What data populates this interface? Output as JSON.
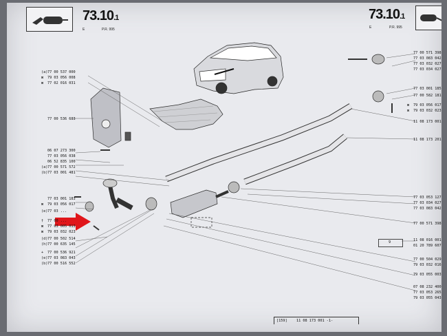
{
  "header": {
    "left": {
      "section": "73.10",
      "sub": "1",
      "prefix": "E",
      "ref": "P.R. 995"
    },
    "right": {
      "section": "73.10",
      "sub": "1",
      "prefix": "E",
      "ref": "P.R. 995"
    }
  },
  "icons": {
    "exhaust": "exhaust-icon",
    "car": "car-illustration",
    "arrow": "red-arrow"
  },
  "colors": {
    "arrow": "#e0161b",
    "page": "#e9eaee",
    "ink": "#222222"
  },
  "left_parts": [
    {
      "mark": "(a)",
      "pn": "77 00 537 000"
    },
    {
      "mark": "⊠",
      "pn": "79 03 056 008"
    },
    {
      "mark": "⊠",
      "pn": "77 02 016 031"
    },
    {
      "mark": "",
      "pn": "77 00 536 683"
    },
    {
      "mark": "",
      "pn": "06 07 273 300"
    },
    {
      "mark": "",
      "pn": "77 03 056 038"
    },
    {
      "mark": "",
      "pn": "06 52 835 100"
    },
    {
      "mark": "(a)",
      "pn": "77 00 571 572"
    },
    {
      "mark": "(b)",
      "pn": "77 03 001 481"
    },
    {
      "mark": "",
      "pn": "77 03 001 183"
    },
    {
      "mark": "⊠",
      "pn": "79 03 056 017"
    },
    {
      "mark": "(e)",
      "pn": "77 03 ..."
    },
    {
      "mark": "†",
      "pn": "77 00 ..."
    },
    {
      "mark": "⊠",
      "pn": "77 03 005 013"
    },
    {
      "mark": "⊠",
      "pn": "79 03 032 023"
    },
    {
      "mark": "(d)",
      "pn": "77 00 502 514"
    },
    {
      "mark": "(h)",
      "pn": "77 00 635 145"
    },
    {
      "mark": "+",
      "pn": "77 00 536 921"
    },
    {
      "mark": "(e)",
      "pn": "77 03 083 043"
    },
    {
      "mark": "(b)",
      "pn": "77 00 516 552"
    }
  ],
  "right_parts": [
    {
      "mark": "",
      "pn": "77 00 571 398"
    },
    {
      "mark": "",
      "pn": "77 03 083 042"
    },
    {
      "mark": "",
      "pn": "77 03 032 027"
    },
    {
      "mark": "",
      "pn": "77 03 034 027"
    },
    {
      "mark": "",
      "pn": "77 03 001 185"
    },
    {
      "mark": "",
      "pn": "77 00 582 181"
    },
    {
      "mark": "⊠",
      "pn": "79 03 056 017"
    },
    {
      "mark": "⊠",
      "pn": "79 03 032 023"
    },
    {
      "mark": "",
      "pn": "11 08 173 001"
    },
    {
      "mark": "",
      "pn": "11 08 173 201"
    },
    {
      "mark": "",
      "pn": "77 03 053 127"
    },
    {
      "mark": "",
      "pn": "77 03 034 027"
    },
    {
      "mark": "",
      "pn": "77 03 083 042"
    },
    {
      "mark": "",
      "pn": "77 00 571 398"
    },
    {
      "mark": "",
      "pn": "11 08 016 001"
    },
    {
      "mark": "",
      "pn": "01 20 789 607"
    },
    {
      "mark": "",
      "pn": "77 00 504 029"
    },
    {
      "mark": "",
      "pn": "79 03 032 016"
    },
    {
      "mark": "",
      "pn": "79 03 055 003"
    },
    {
      "mark": "",
      "pn": "07 08 232 400"
    },
    {
      "mark": "",
      "pn": "77 03 053 265"
    },
    {
      "mark": "",
      "pn": "79 03 055 043"
    }
  ],
  "ref_box": "9",
  "footer": {
    "page": "[159]",
    "pn": "11 08 173 001 -1-"
  }
}
